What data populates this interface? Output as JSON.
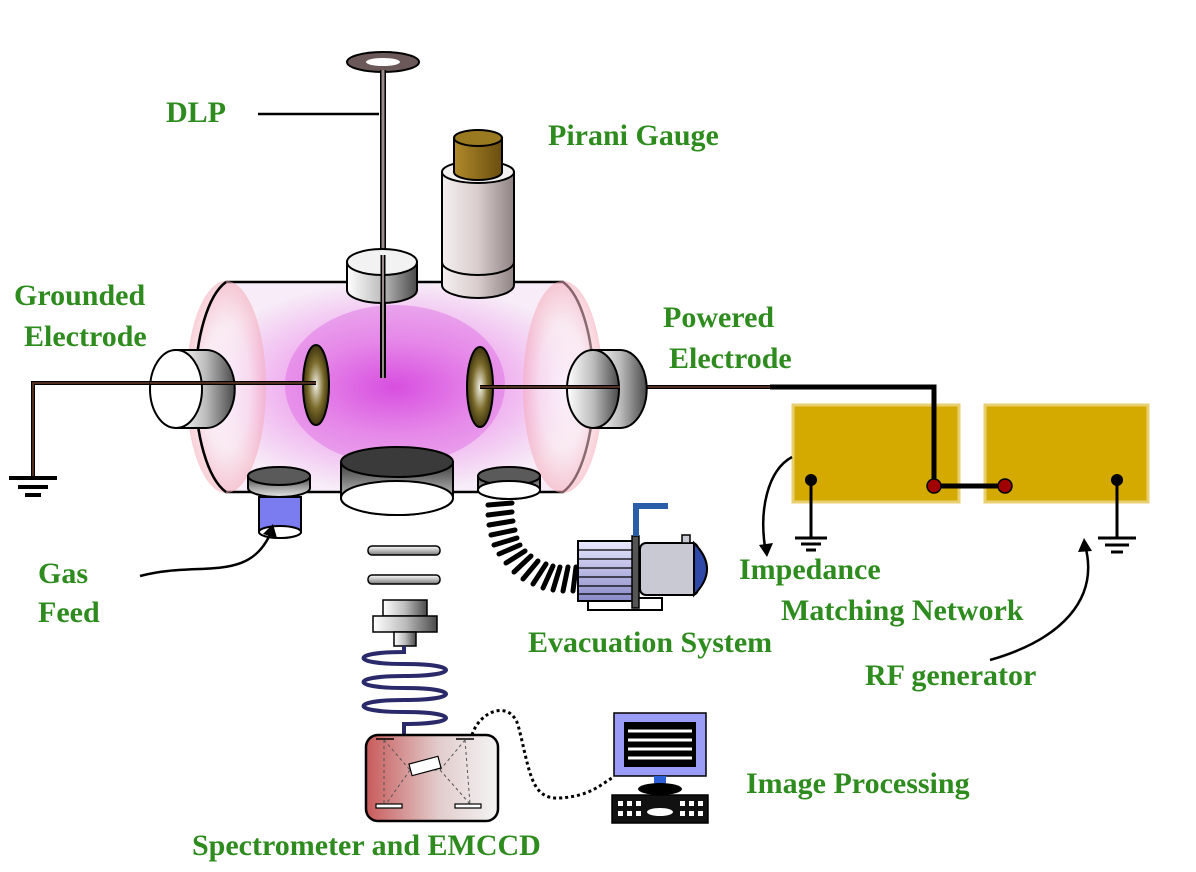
{
  "labels": {
    "dlp": "DLP",
    "pirani_gauge": "Pirani Gauge",
    "grounded_electrode_line1": "Grounded",
    "grounded_electrode_line2": "Electrode",
    "powered_electrode_line1": "Powered",
    "powered_electrode_line2": "Electrode",
    "gas_feed_line1": "Gas",
    "gas_feed_line2": "Feed",
    "impedance_line1": "Impedance",
    "impedance_line2": "Matching Network",
    "evacuation_system": "Evacuation System",
    "rf_generator": "RF generator",
    "image_processing": "Image Processing",
    "spectrometer": "Spectrometer and EMCCD"
  },
  "colors": {
    "label_text": "#2e8b1e",
    "plasma_center": "#d84fe0",
    "chamber_fill": "#f6e6f6",
    "network_box": "#d4aa00",
    "gas_feed": "#7a7cf0",
    "monitor_frame": "#9a9cf5",
    "electrode_disc": "#7a6a2a",
    "pirani_top": "#8a6a1a"
  }
}
